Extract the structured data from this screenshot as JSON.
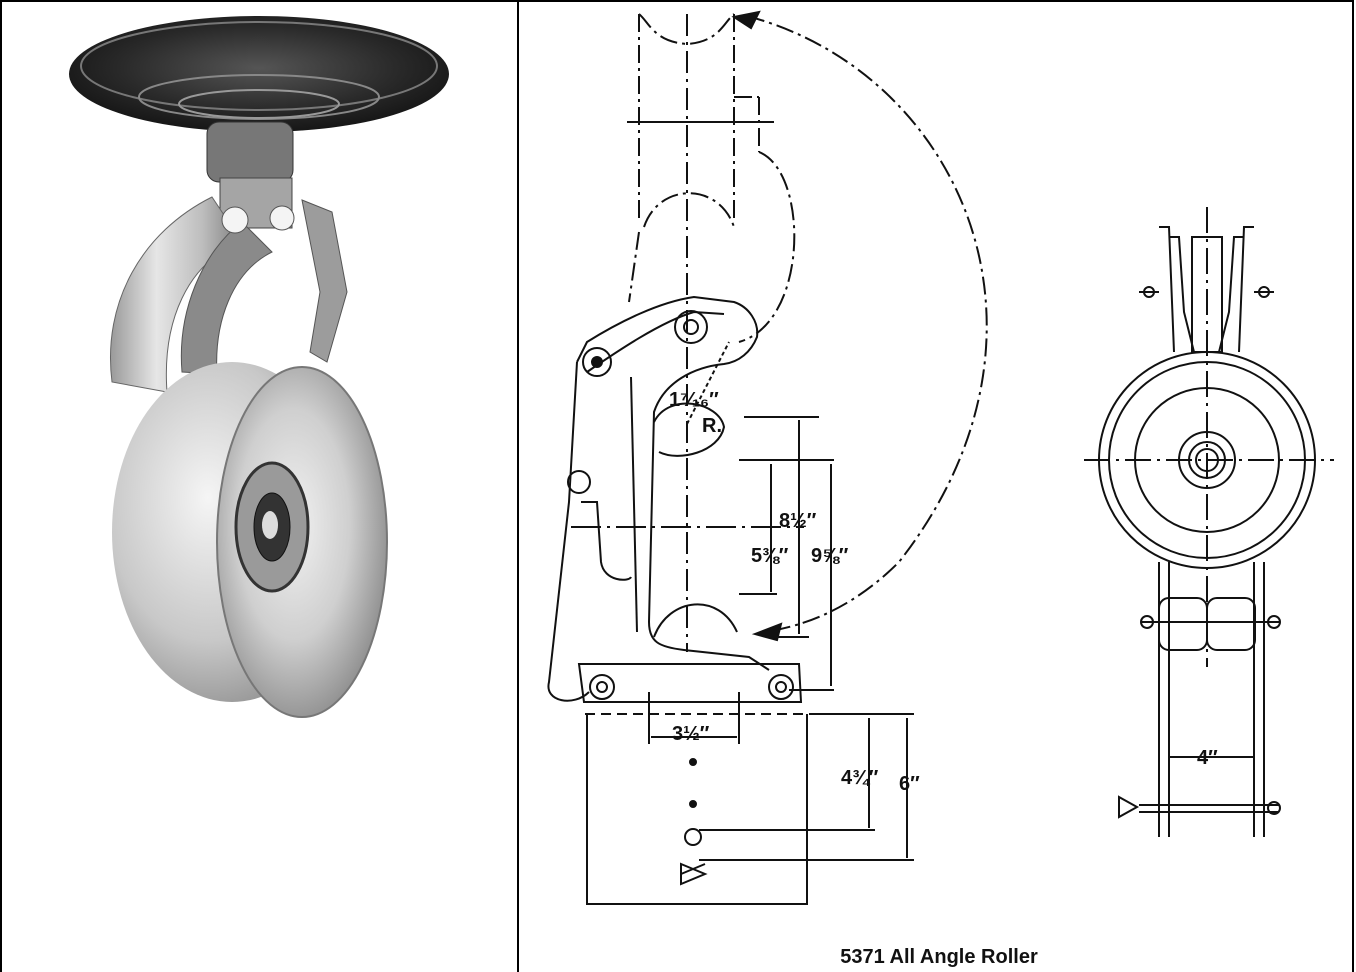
{
  "caption": "5371 All Angle Roller",
  "dimensions": {
    "radius": "1⁷⁄₁₆″",
    "radius_suffix": "R.",
    "height_a": "8½″",
    "height_b": "5⅜″",
    "height_c": "9⅝″",
    "base_width": "3½″",
    "bracket_a": "4¾″",
    "bracket_b": "6″",
    "side_width": "4″"
  }
}
